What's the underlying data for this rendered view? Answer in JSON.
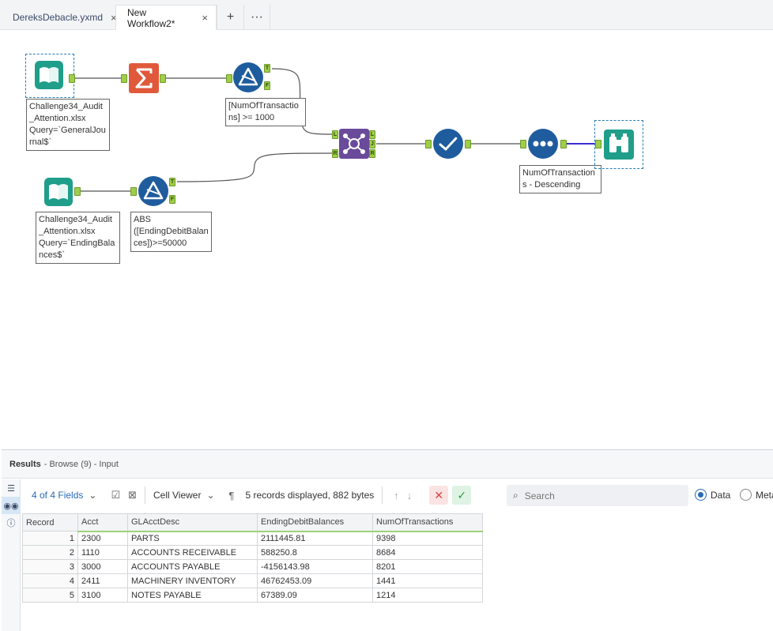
{
  "tabs": [
    {
      "label": "DereksDebacle.yxmd",
      "close": "×"
    },
    {
      "label": "New Workflow2*",
      "close": "×"
    }
  ],
  "tab_actions": {
    "add": "+",
    "more": "···"
  },
  "canvas": {
    "annotations": {
      "input1": "Challenge34_Audit_Attention.xlsx\nQuery=`GeneralJournal$`",
      "filter1": "[NumOfTransactions] >= 1000",
      "input2": "Challenge34_Audit_Attention.xlsx\nQuery=`EndingBalances$`",
      "filter2": "ABS\n([EndingDebitBalances])>=50000",
      "sort": "NumOfTransactions - Descending"
    },
    "anchors": {
      "true": "T",
      "false": "F",
      "left": "L",
      "join": "J",
      "right": "R"
    }
  },
  "results": {
    "title": "Results",
    "subtitle": "- Browse (9) - Input",
    "fields_label": "4 of 4 Fields",
    "viewer_label": "Cell Viewer",
    "status": "5 records displayed, 882 bytes",
    "search_placeholder": "Search",
    "radio_data": "Data",
    "radio_meta": "Meta"
  },
  "table": {
    "columns": [
      "Record",
      "Acct",
      "GLAcctDesc",
      "EndingDebitBalances",
      "NumOfTransactions"
    ],
    "rows": [
      [
        "1",
        "2300",
        "PARTS",
        "2111445.81",
        "9398"
      ],
      [
        "2",
        "1110",
        "ACCOUNTS RECEIVABLE",
        "588250.8",
        "8684"
      ],
      [
        "3",
        "3000",
        "ACCOUNTS PAYABLE",
        "-4156143.98",
        "8201"
      ],
      [
        "4",
        "2411",
        "MACHINERY INVENTORY",
        "46762453.09",
        "1441"
      ],
      [
        "5",
        "3100",
        "NOTES PAYABLE",
        "67389.09",
        "1214"
      ]
    ]
  },
  "colors": {
    "input_tool": "#1f9e8a",
    "summarize_tool": "#e0593b",
    "filter_tool": "#1e5c9e",
    "join_tool": "#6a4a9a",
    "select_tool": "#1e5c9e",
    "sort_tool": "#1e5c9e",
    "browse_tool": "#1f9e8a",
    "anchor": "#9fce4a",
    "accent": "#2a6bb8"
  }
}
